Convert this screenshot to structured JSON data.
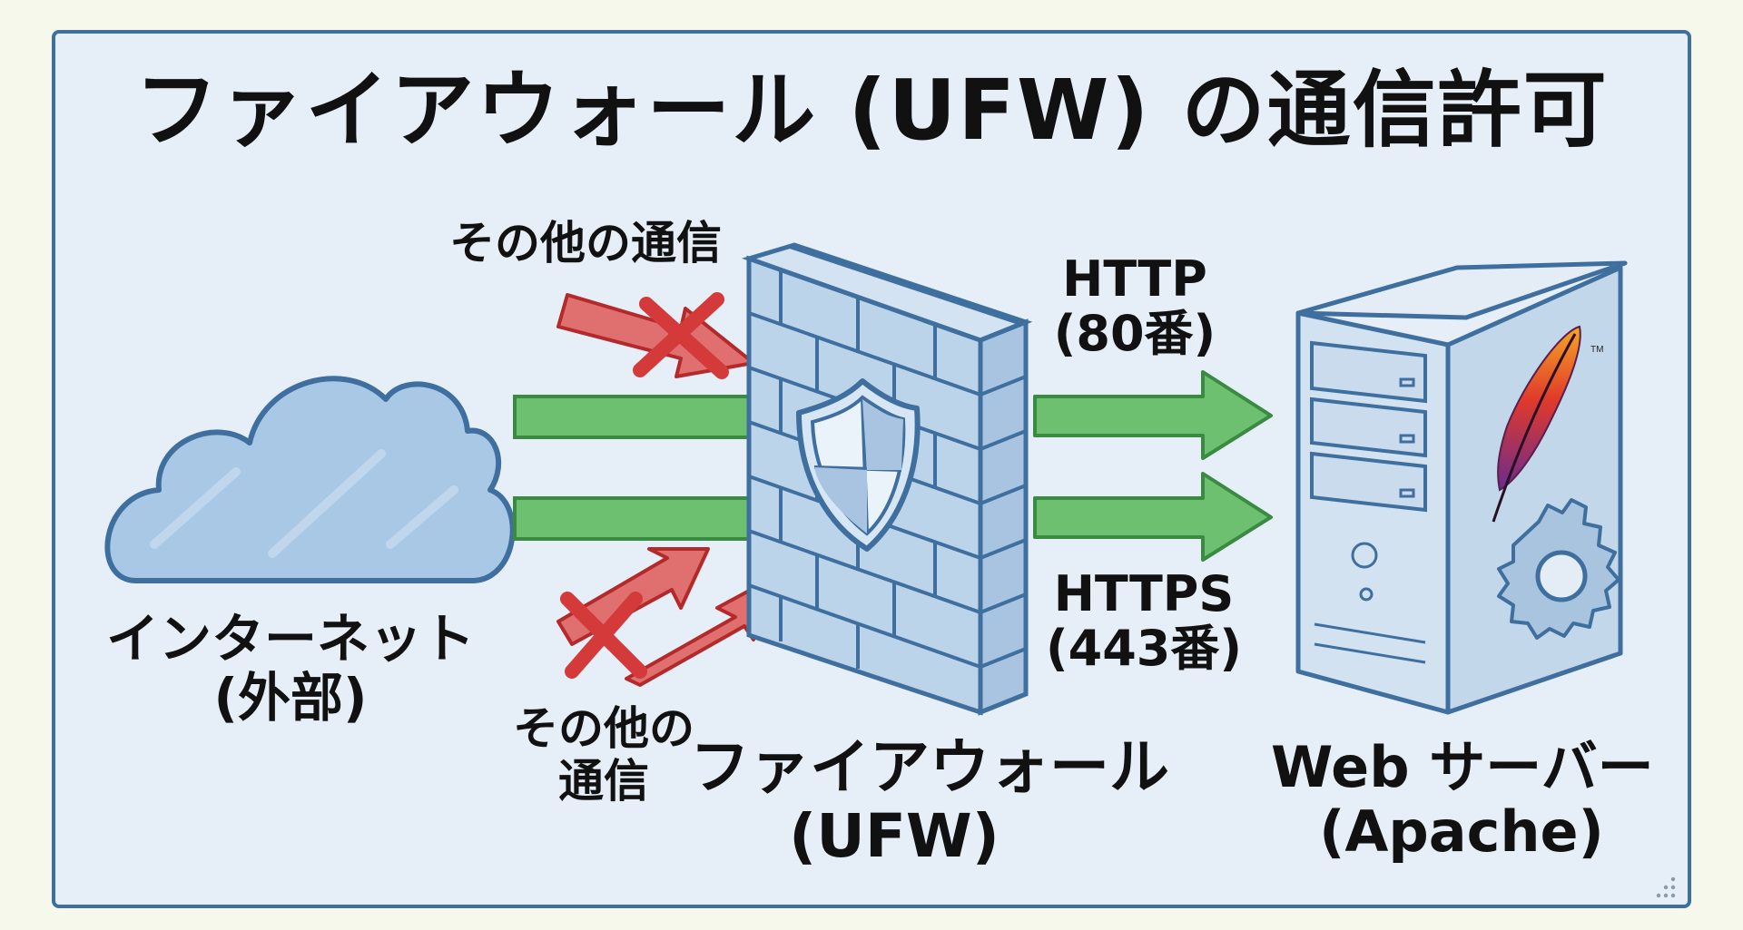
{
  "title": "ファイアウォール (UFW) の通信許可",
  "nodes": {
    "internet": {
      "name": "インターネット",
      "sub": "(外部)",
      "icon": "cloud-icon"
    },
    "firewall": {
      "name": "ファイアウォール",
      "sub": "(UFW)",
      "icon": "brick-wall-shield-icon"
    },
    "server": {
      "name": "Web サーバー",
      "sub": "(Apache)",
      "icon": "server-tower-icon",
      "logo": "apache-feather-icon",
      "badge": "gear-icon"
    }
  },
  "flows": {
    "allowed": [
      {
        "protocol": "HTTP",
        "port_label": "(80番)",
        "port": 80,
        "status": "allowed"
      },
      {
        "protocol": "HTTPS",
        "port_label": "(443番)",
        "port": 443,
        "status": "allowed"
      }
    ],
    "blocked": [
      {
        "label": "その他の通信",
        "status": "blocked",
        "position": "top"
      },
      {
        "label_line1": "その他の",
        "label_line2": "通信",
        "status": "blocked",
        "position": "bottom"
      }
    ]
  },
  "colors": {
    "allowed": "#5cb85c",
    "blocked": "#d9534f",
    "outline": "#3f6f9e",
    "panel_bg": "#e6eff7"
  }
}
